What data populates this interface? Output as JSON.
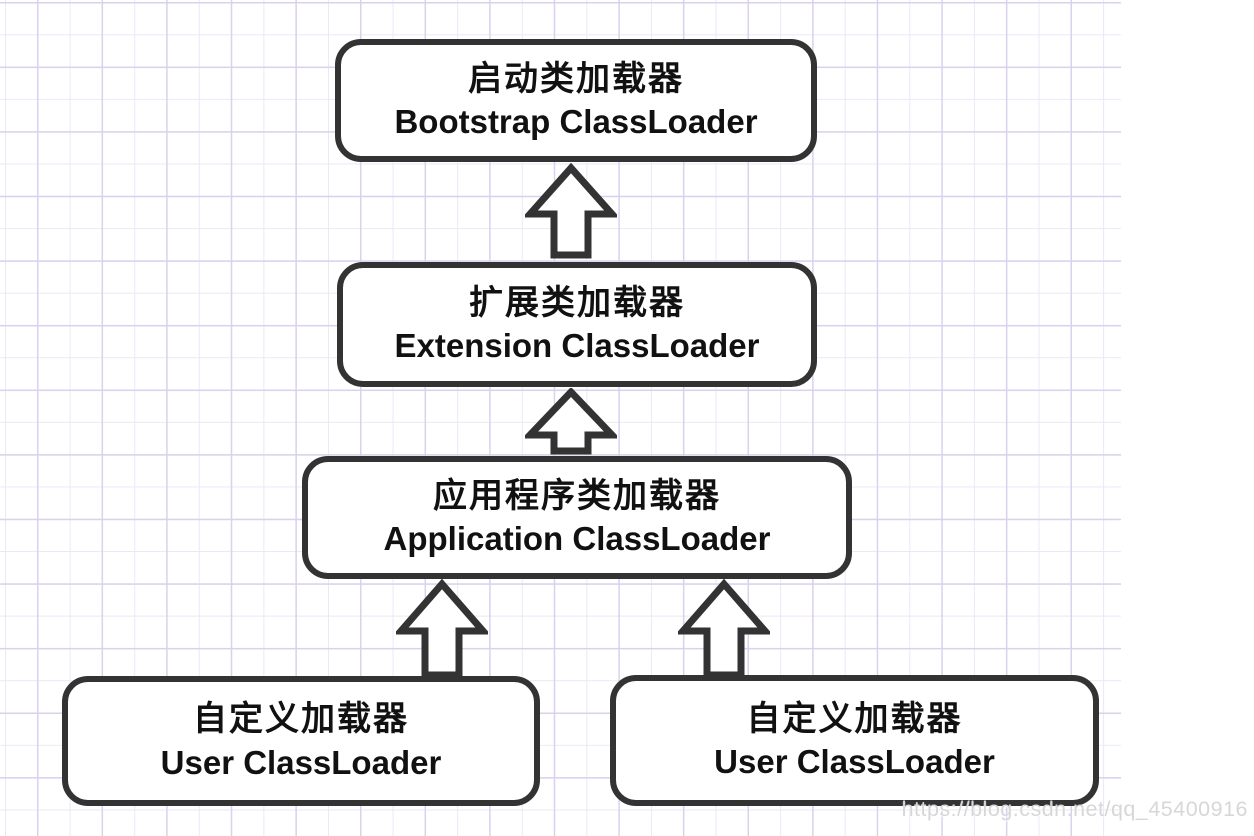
{
  "diagram": {
    "type": "flowchart",
    "topic": "Java ClassLoader delegation hierarchy",
    "nodes": [
      {
        "id": "bootstrap",
        "label_zh": "启动类加载器",
        "label_en": "Bootstrap ClassLoader"
      },
      {
        "id": "extension",
        "label_zh": "扩展类加载器",
        "label_en": "Extension ClassLoader"
      },
      {
        "id": "application",
        "label_zh": "应用程序类加载器",
        "label_en": "Application ClassLoader"
      },
      {
        "id": "user-left",
        "label_zh": "自定义加载器",
        "label_en": "User ClassLoader"
      },
      {
        "id": "user-right",
        "label_zh": "自定义加载器",
        "label_en": "User ClassLoader"
      }
    ],
    "edges": [
      {
        "from": "extension",
        "to": "bootstrap",
        "direction": "up"
      },
      {
        "from": "application",
        "to": "extension",
        "direction": "up"
      },
      {
        "from": "user-left",
        "to": "application",
        "direction": "up"
      },
      {
        "from": "user-right",
        "to": "application",
        "direction": "up"
      }
    ]
  },
  "watermark": {
    "text": "https://blog.csdn.net/qq_45400916"
  },
  "colors": {
    "node_border": "#333333",
    "node_fill": "#ffffff",
    "text": "#111111",
    "grid_major": "#d9d1ee",
    "grid_minor": "#ece7f7",
    "watermark": "#d7d7d7",
    "background": "#ffffff"
  }
}
